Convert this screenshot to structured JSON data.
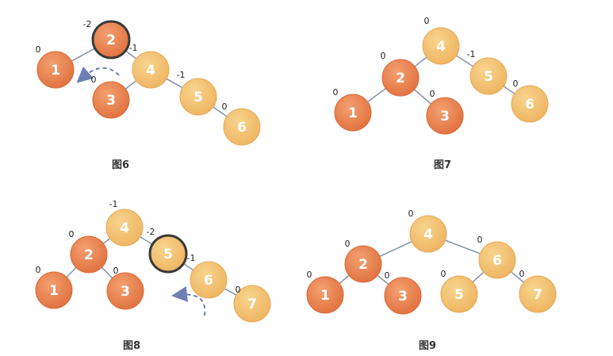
{
  "figures": [
    {
      "caption": "图6",
      "nodes": [
        {
          "id": "n1",
          "label": "1",
          "bf": "0",
          "tone": "deep"
        },
        {
          "id": "n2",
          "label": "2",
          "bf": "-2",
          "tone": "deep",
          "highlight": true
        },
        {
          "id": "n3",
          "label": "3",
          "bf": "0",
          "tone": "deep"
        },
        {
          "id": "n4",
          "label": "4",
          "bf": "-1",
          "tone": "light"
        },
        {
          "id": "n5",
          "label": "5",
          "bf": "-1",
          "tone": "light"
        },
        {
          "id": "n6",
          "label": "6",
          "bf": "0",
          "tone": "light"
        }
      ],
      "edges": [
        [
          "n2",
          "n1"
        ],
        [
          "n2",
          "n4"
        ],
        [
          "n4",
          "n3"
        ],
        [
          "n4",
          "n5"
        ],
        [
          "n5",
          "n6"
        ]
      ],
      "rotation_arrow": "counter-clockwise"
    },
    {
      "caption": "图7",
      "nodes": [
        {
          "id": "n4",
          "label": "4",
          "bf": "0",
          "tone": "light"
        },
        {
          "id": "n2",
          "label": "2",
          "bf": "0",
          "tone": "deep"
        },
        {
          "id": "n5",
          "label": "5",
          "bf": "-1",
          "tone": "light"
        },
        {
          "id": "n1",
          "label": "1",
          "bf": "0",
          "tone": "deep"
        },
        {
          "id": "n3",
          "label": "3",
          "bf": "0",
          "tone": "deep"
        },
        {
          "id": "n6",
          "label": "6",
          "bf": "0",
          "tone": "light"
        }
      ],
      "edges": [
        [
          "n4",
          "n2"
        ],
        [
          "n4",
          "n5"
        ],
        [
          "n2",
          "n1"
        ],
        [
          "n2",
          "n3"
        ],
        [
          "n5",
          "n6"
        ]
      ]
    },
    {
      "caption": "图8",
      "nodes": [
        {
          "id": "n4",
          "label": "4",
          "bf": "-1",
          "tone": "light"
        },
        {
          "id": "n2",
          "label": "2",
          "bf": "0",
          "tone": "deep"
        },
        {
          "id": "n5",
          "label": "5",
          "bf": "-2",
          "tone": "light",
          "highlight": true
        },
        {
          "id": "n1",
          "label": "1",
          "bf": "0",
          "tone": "deep"
        },
        {
          "id": "n3",
          "label": "3",
          "bf": "0",
          "tone": "deep"
        },
        {
          "id": "n6",
          "label": "6",
          "bf": "-1",
          "tone": "light"
        },
        {
          "id": "n7",
          "label": "7",
          "bf": "0",
          "tone": "light"
        }
      ],
      "edges": [
        [
          "n4",
          "n2"
        ],
        [
          "n4",
          "n5"
        ],
        [
          "n2",
          "n1"
        ],
        [
          "n2",
          "n3"
        ],
        [
          "n5",
          "n6"
        ],
        [
          "n6",
          "n7"
        ]
      ],
      "rotation_arrow": "counter-clockwise"
    },
    {
      "caption": "图9",
      "nodes": [
        {
          "id": "n4",
          "label": "4",
          "bf": "0",
          "tone": "light"
        },
        {
          "id": "n2",
          "label": "2",
          "bf": "0",
          "tone": "deep"
        },
        {
          "id": "n6",
          "label": "6",
          "bf": "0",
          "tone": "light"
        },
        {
          "id": "n1",
          "label": "1",
          "bf": "0",
          "tone": "deep"
        },
        {
          "id": "n3",
          "label": "3",
          "bf": "0",
          "tone": "deep"
        },
        {
          "id": "n5",
          "label": "5",
          "bf": "0",
          "tone": "light"
        },
        {
          "id": "n7",
          "label": "7",
          "bf": "0",
          "tone": "light"
        }
      ],
      "edges": [
        [
          "n4",
          "n2"
        ],
        [
          "n4",
          "n6"
        ],
        [
          "n2",
          "n1"
        ],
        [
          "n2",
          "n3"
        ],
        [
          "n6",
          "n5"
        ],
        [
          "n6",
          "n7"
        ]
      ]
    }
  ],
  "colors": {
    "deep_fill": "#e87f4a",
    "deep_edge": "#d96a3a",
    "light_fill": "#f2c173",
    "light_edge": "#e6a95a",
    "tree_line": "#8a97ad",
    "highlight_ring": "#3a3a3a",
    "arrow": "#6d7fb3"
  }
}
